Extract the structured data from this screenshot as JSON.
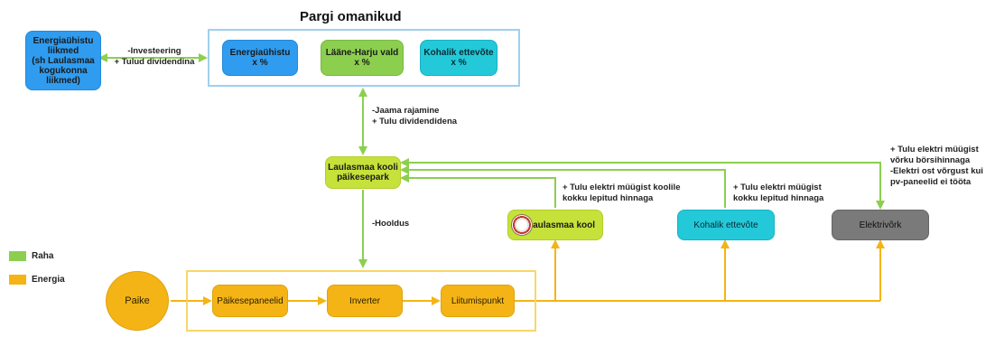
{
  "title": "Pargi omanikud",
  "colors": {
    "money": "#8ccf4f",
    "energy": "#f5b416",
    "frame_owners": "#9fd0ee",
    "frame_energy": "#f7d76a"
  },
  "nodes": {
    "energiauhistu_members": "Energiaühistu\nliikmed\n(sh Laulasmaa\nkogukonna\nliikmed)",
    "energiauhistu": "Energiaühistu\nx %",
    "laane_harju": "Lääne-Harju vald\nx %",
    "kohalik_owner": "Kohalik ettevõte\nx %",
    "park": "Laulasmaa kooli\npäikesepark",
    "kool": "Laulasmaa kool",
    "kohalik": "Kohalik ettevõte",
    "elektrivork": "Elektrivõrk",
    "paike": "Paike",
    "paneelid": "Päikesepaneelid",
    "inverter": "Inverter",
    "liitumispunkt": "Liitumispunkt"
  },
  "labels": {
    "investeering": "-Investeering\n+ Tulud dividendina",
    "jaama": "-Jaama rajamine\n+ Tulu dividendidena",
    "hooldus": "-Hooldus",
    "kool_tulu": "+ Tulu elektri müügist koolile\nkokku lepitud hinnaga",
    "kohalik_tulu": "+ Tulu elektri müügist\nkokku lepitud hinnaga",
    "vork_tulu": "+ Tulu elektri müügist\nvõrku börsihinnaga\n-Elektri ost võrgust kui\npv-paneelid ei tööta"
  },
  "legend": {
    "raha": "Raha",
    "energia": "Energia"
  }
}
